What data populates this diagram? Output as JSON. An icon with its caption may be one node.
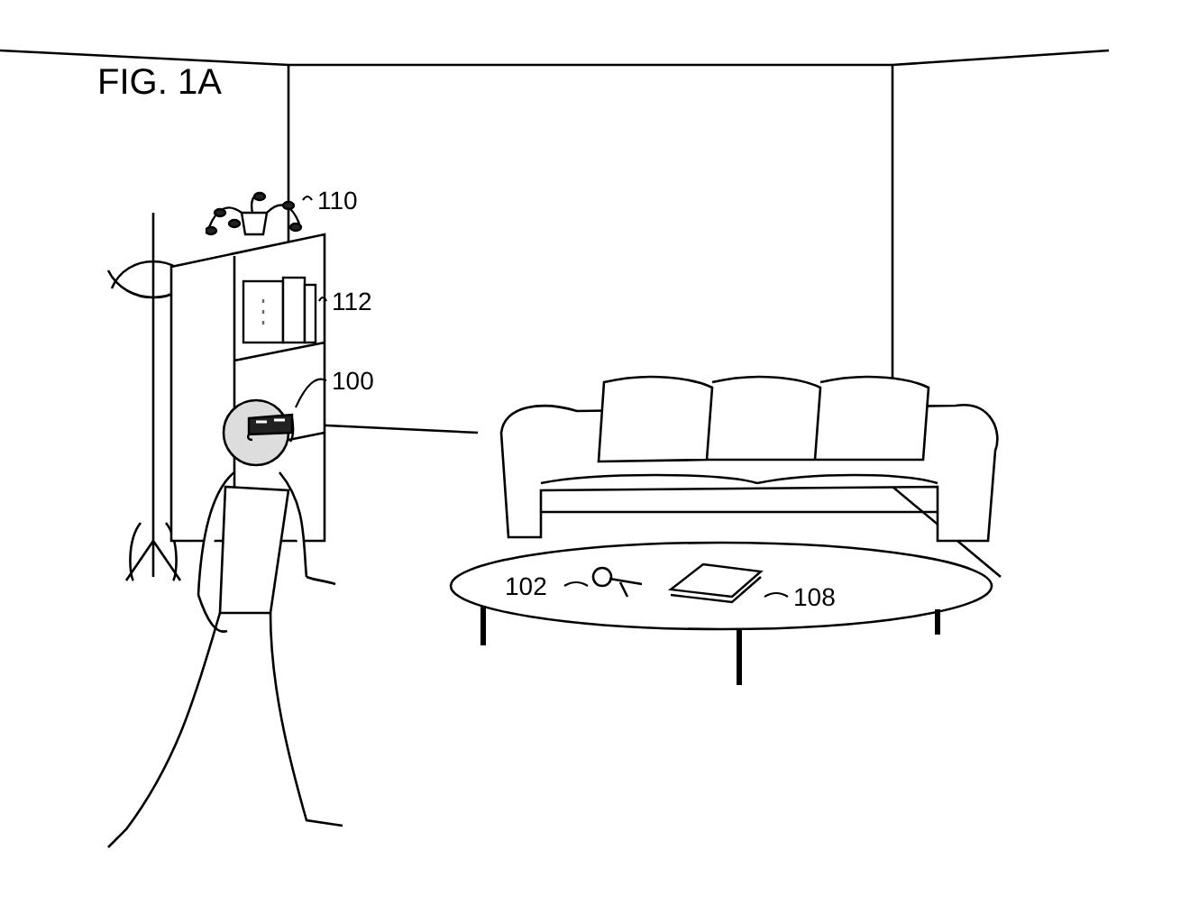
{
  "diagram": {
    "title": "FIG. 1A",
    "nodes": [
      {
        "text": [
          "110"
        ]
      },
      {
        "text": [],
        "shape": "picture"
      },
      {
        "text": [
          "112"
        ]
      },
      {
        "text": [],
        "shape": "picture"
      },
      {
        "text": [
          "100"
        ]
      },
      {
        "text": [],
        "shape": "picture"
      },
      {
        "text": [
          "102"
        ]
      },
      {
        "text": [],
        "shape": "picture"
      },
      {
        "text": [
          "108"
        ]
      },
      {
        "text": [],
        "shape": "picture"
      }
    ],
    "edges": [
      {
        "from": 0,
        "to": 1,
        "arrow": "none"
      },
      {
        "from": 2,
        "to": 3,
        "arrow": "none"
      },
      {
        "from": 4,
        "to": 5,
        "arrow": "none"
      },
      {
        "from": 6,
        "to": 7,
        "arrow": "none"
      },
      {
        "from": 8,
        "to": 9,
        "arrow": "none"
      }
    ]
  }
}
